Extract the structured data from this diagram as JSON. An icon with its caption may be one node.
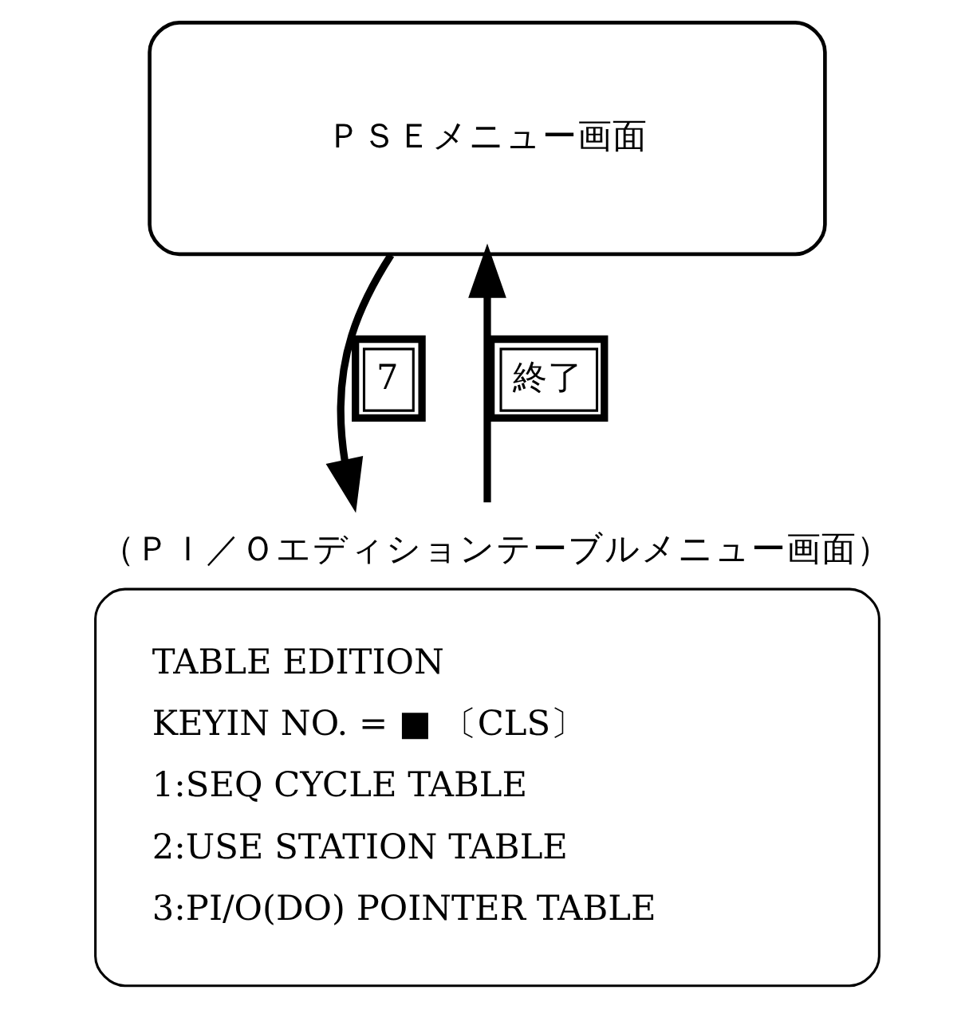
{
  "diagram": {
    "nodes": [
      {
        "text": [
          "ＰＳＥメニュー画面"
        ]
      },
      {
        "text": [
          "（ＰＩ／Ｏエディションテーブルメニュー画面）",
          "TABLE EDITION",
          "KEYIN NO. = ■ 〔CLS〕",
          "1:SEQ CYCLE TABLE",
          "2:USE STATION TABLE",
          "3:PI/O(DO) POINTER TABLE"
        ]
      }
    ],
    "edges": [
      {
        "from": 0,
        "to": 1,
        "arrow": "to",
        "label": "7"
      },
      {
        "from": 1,
        "to": 0,
        "arrow": "to",
        "label": "終了"
      }
    ]
  }
}
